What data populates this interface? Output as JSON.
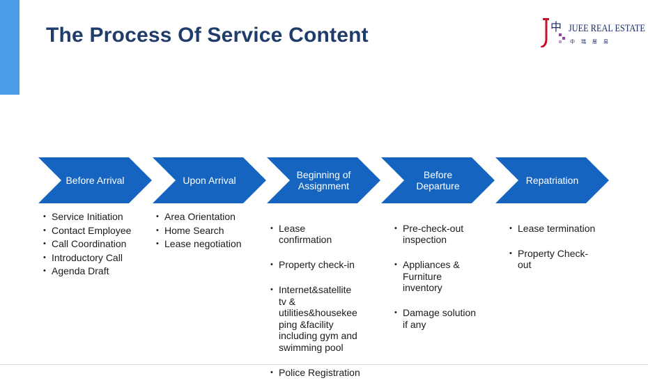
{
  "title": "The Process Of Service Content",
  "logo": {
    "mark": "中",
    "text": "JUEE REAL ESTATE",
    "cn": "中瑞居易"
  },
  "colors": {
    "accent": "#4a9de6",
    "chevron": "#1565c0",
    "title": "#1f3c6b"
  },
  "stages": [
    {
      "label": [
        "Before Arrival"
      ],
      "items": [
        "Service Initiation",
        "Contact Employee",
        "Call Coordination",
        "Introductory Call",
        "Agenda Draft"
      ]
    },
    {
      "label": [
        "Upon Arrival"
      ],
      "items": [
        "Area Orientation",
        "Home Search",
        "Lease negotiation"
      ]
    },
    {
      "label": [
        "Beginning of",
        "Assignment"
      ],
      "items": [
        "Lease\nconfirmation",
        "Property check-in",
        "Internet&satellite\ntv &\nutilities&housekee\nping &facility\nincluding gym and\nswimming pool",
        "Police Registration"
      ]
    },
    {
      "label": [
        "Before",
        "Departure"
      ],
      "items": [
        "Pre-check-out\ninspection",
        "Appliances &\nFurniture\ninventory",
        "Damage solution\nif any"
      ]
    },
    {
      "label": [
        "Repatriation"
      ],
      "items": [
        "Lease termination",
        "Property Check-\nout"
      ]
    }
  ]
}
